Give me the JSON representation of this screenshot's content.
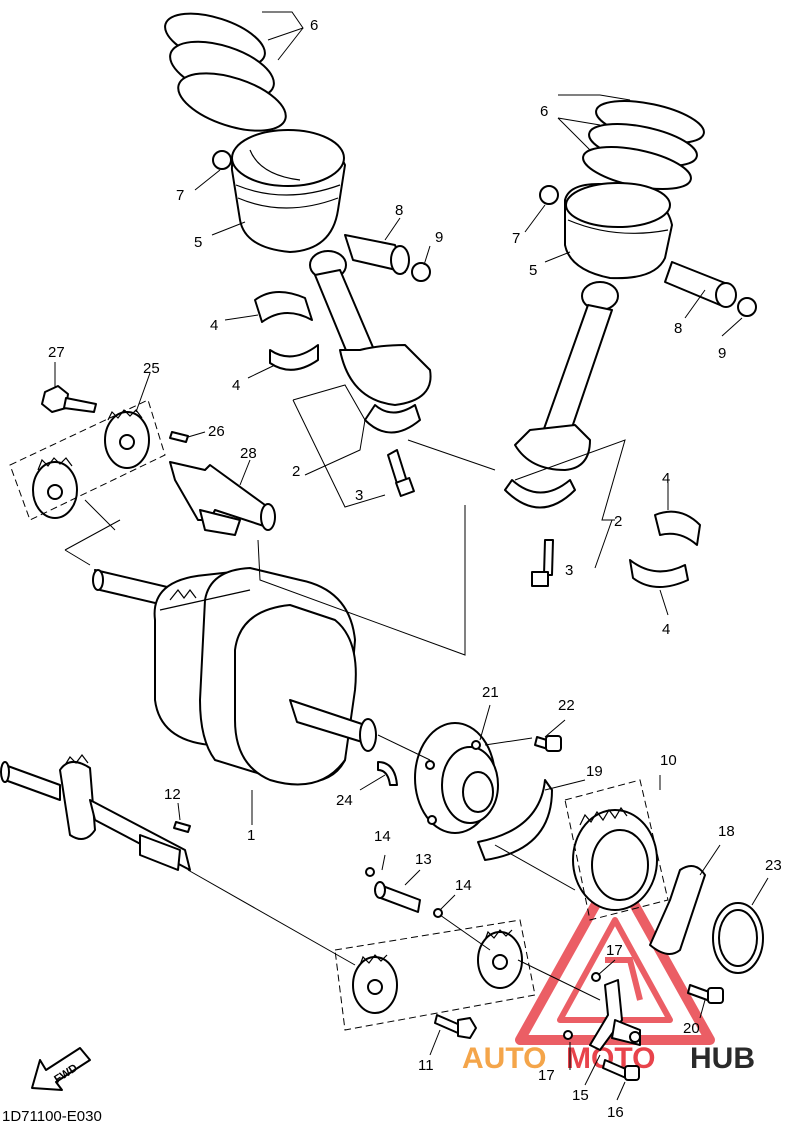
{
  "diagram": {
    "code": "1D71100-E030",
    "fwd_label": "FWD",
    "callouts": [
      "1",
      "2",
      "3",
      "4",
      "5",
      "6",
      "7",
      "8",
      "9",
      "10",
      "11",
      "12",
      "13",
      "14",
      "15",
      "16",
      "17",
      "18",
      "19",
      "20",
      "21",
      "22",
      "23",
      "24",
      "25",
      "26",
      "27",
      "28"
    ]
  },
  "watermark": {
    "brand_part1": "AUTO",
    "brand_part2": "MOTO",
    "brand_part3": "HUB",
    "colors": {
      "primary": "#e8434b",
      "secondary": "#f4a54a",
      "dark": "#2a2a2a"
    }
  }
}
